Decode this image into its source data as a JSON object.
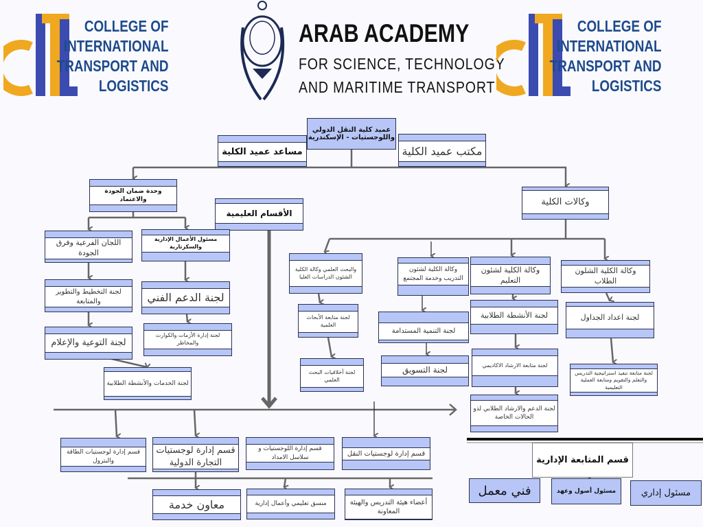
{
  "header": {
    "cit_logo": {
      "title_lines": [
        "COLLEGE OF",
        "INTERNATIONAL",
        "TRANSPORT AND",
        "LOGISTICS"
      ]
    },
    "aast_logo": {
      "title": "ARAB ACADEMY",
      "subtitle_lines": [
        "FOR SCIENCE, TECHNOLOGY",
        "AND MARITIME TRANSPORT"
      ]
    }
  },
  "colors": {
    "box_band": "#b7c6f7",
    "border": "#2a3050",
    "connector": "#666666",
    "cit_blue": "#3b4bb0",
    "cit_orange": "#f0a820"
  },
  "chart": {
    "dean": "عميد كلية النقل الدولي واللوجستيات - الإسكندرية",
    "assistant_dean": "مساعد عميد الكلية",
    "dean_office": "مكتب عميد الكلية",
    "quality_unit": "وحدة ضمان الجودة والاعتماد",
    "academic_departments": "الأقسام العليمية",
    "vice_deans": "وكالات الكلية",
    "sub_committees": "اللجان الفرعية وفرق الجودة",
    "admin_secretary": "مسئول الأعمال الإدارية والسكرتارية",
    "planning_committee": "لجنة التخطيط والتطوير والمتابعة",
    "tech_support_committee": "لجنة الدعم الفني",
    "awareness_committee": "لجنة التوعية والإعلام",
    "crisis_committee": "لجنة إدارة الأزمات والكوارث والمخاطر",
    "student_services_committee": "لجنة الخدمات والأنشطة الطلابية",
    "vp_research": "والبحث العلمي وكالة الكلية الشئون الدراسات العليا",
    "vp_training": "وكالة الكلية لشئون التدريب وخدمة المجتمع",
    "vp_education": "وكالة الكلية لشئون التعليم",
    "vp_students": "وكالة الكلية الشلون الطلاب",
    "research_followup": "لجنة متابعة الأبحاث العلمية",
    "research_ethics": "لجنة أخلاقيات البحث العلمي",
    "sustainable_dev": "لجنة التنمية المستدامة",
    "marketing": "لجنة التسويق",
    "student_activities": "لجنة الأنشطة الطلابية",
    "academic_advising": "لجنة متابعة الارشاد الاكاديمي",
    "special_support": "لجنة الدعم والارشاد الطلابي لذو الحالات الخاصة",
    "schedules": "لجنة اعداد الجداول",
    "strategy_followup": "لجنة متابعة تنفيذ استراتيجية التدريس والتعلم والتقويم ومتابعة العملية التعليمية",
    "dept_energy": "قسم إدارة لوجستيات الطاقة والبترول",
    "dept_trade": "قسم إدارة لوجستيات التجارة الدولية",
    "dept_supply": "قسم إدارة اللوجستيات و سلاسل الامداد",
    "dept_transport": "قسم إدارة لوجستيات النقل",
    "service_assistant": "معاون خدمة",
    "coordinator": "منسق تعليمي وأعمال إدارية",
    "faculty": "أعضاء هيئة التدريس والهيئة المعاونة",
    "admin_followup": "قسم المتابعة الإدارية",
    "lab_technician": "فني معمل",
    "assets_officer": "مسئول أصول وعهد",
    "admin_officer": "مسئول إداري"
  }
}
